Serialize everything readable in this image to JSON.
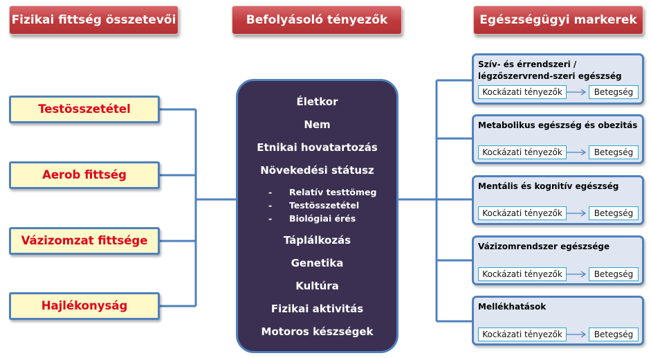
{
  "headers": {
    "left": "Fizikai fittség összetevői",
    "middle": "Befolyásoló tényezők",
    "right": "Egészségügyi markerek"
  },
  "fitness_components": [
    "Testösszetétel",
    "Aerob fittség",
    "Vázizomzat fittsége",
    "Hajlékonyság"
  ],
  "factors": {
    "items_top": [
      "Életkor",
      "Nem",
      "Etnikai hovatartozás",
      "Növekedési státusz"
    ],
    "growth_subitems": [
      "Relatív testtömeg",
      "Testösszetétel",
      "Biológiai érés"
    ],
    "subitem_marker": "-",
    "items_bottom": [
      "Táplálkozás",
      "Genetika",
      "Kultúra",
      "Fizikai aktivitás",
      "Motoros készségek"
    ]
  },
  "health_markers": [
    {
      "title": "Szív- és érrendszeri / légzőszervrend-szeri egészség",
      "risk": "Kockázati tényezők",
      "disease": "Betegség"
    },
    {
      "title": "Metabolikus egészség és obezitás",
      "risk": "Kockázati tényezők",
      "disease": "Betegség"
    },
    {
      "title": "Mentális és kognitív egészség",
      "risk": "Kockázati tényezők",
      "disease": "Betegség"
    },
    {
      "title": "Vázizomrendszer egészsége",
      "risk": "Kockázati tényezők",
      "disease": "Betegség"
    },
    {
      "title": "Mellékhatások",
      "risk": "Kockázati tényezők",
      "disease": "Betegség"
    }
  ],
  "colors": {
    "header_red": "#c0393c",
    "box_border_blue": "#4f81bd",
    "fitness_fill": "#fff8c8",
    "fitness_text": "#e0001b",
    "center_fill": "#3c3052",
    "marker_fill": "#dfe6f2",
    "pill_border": "#2ca6c6"
  }
}
